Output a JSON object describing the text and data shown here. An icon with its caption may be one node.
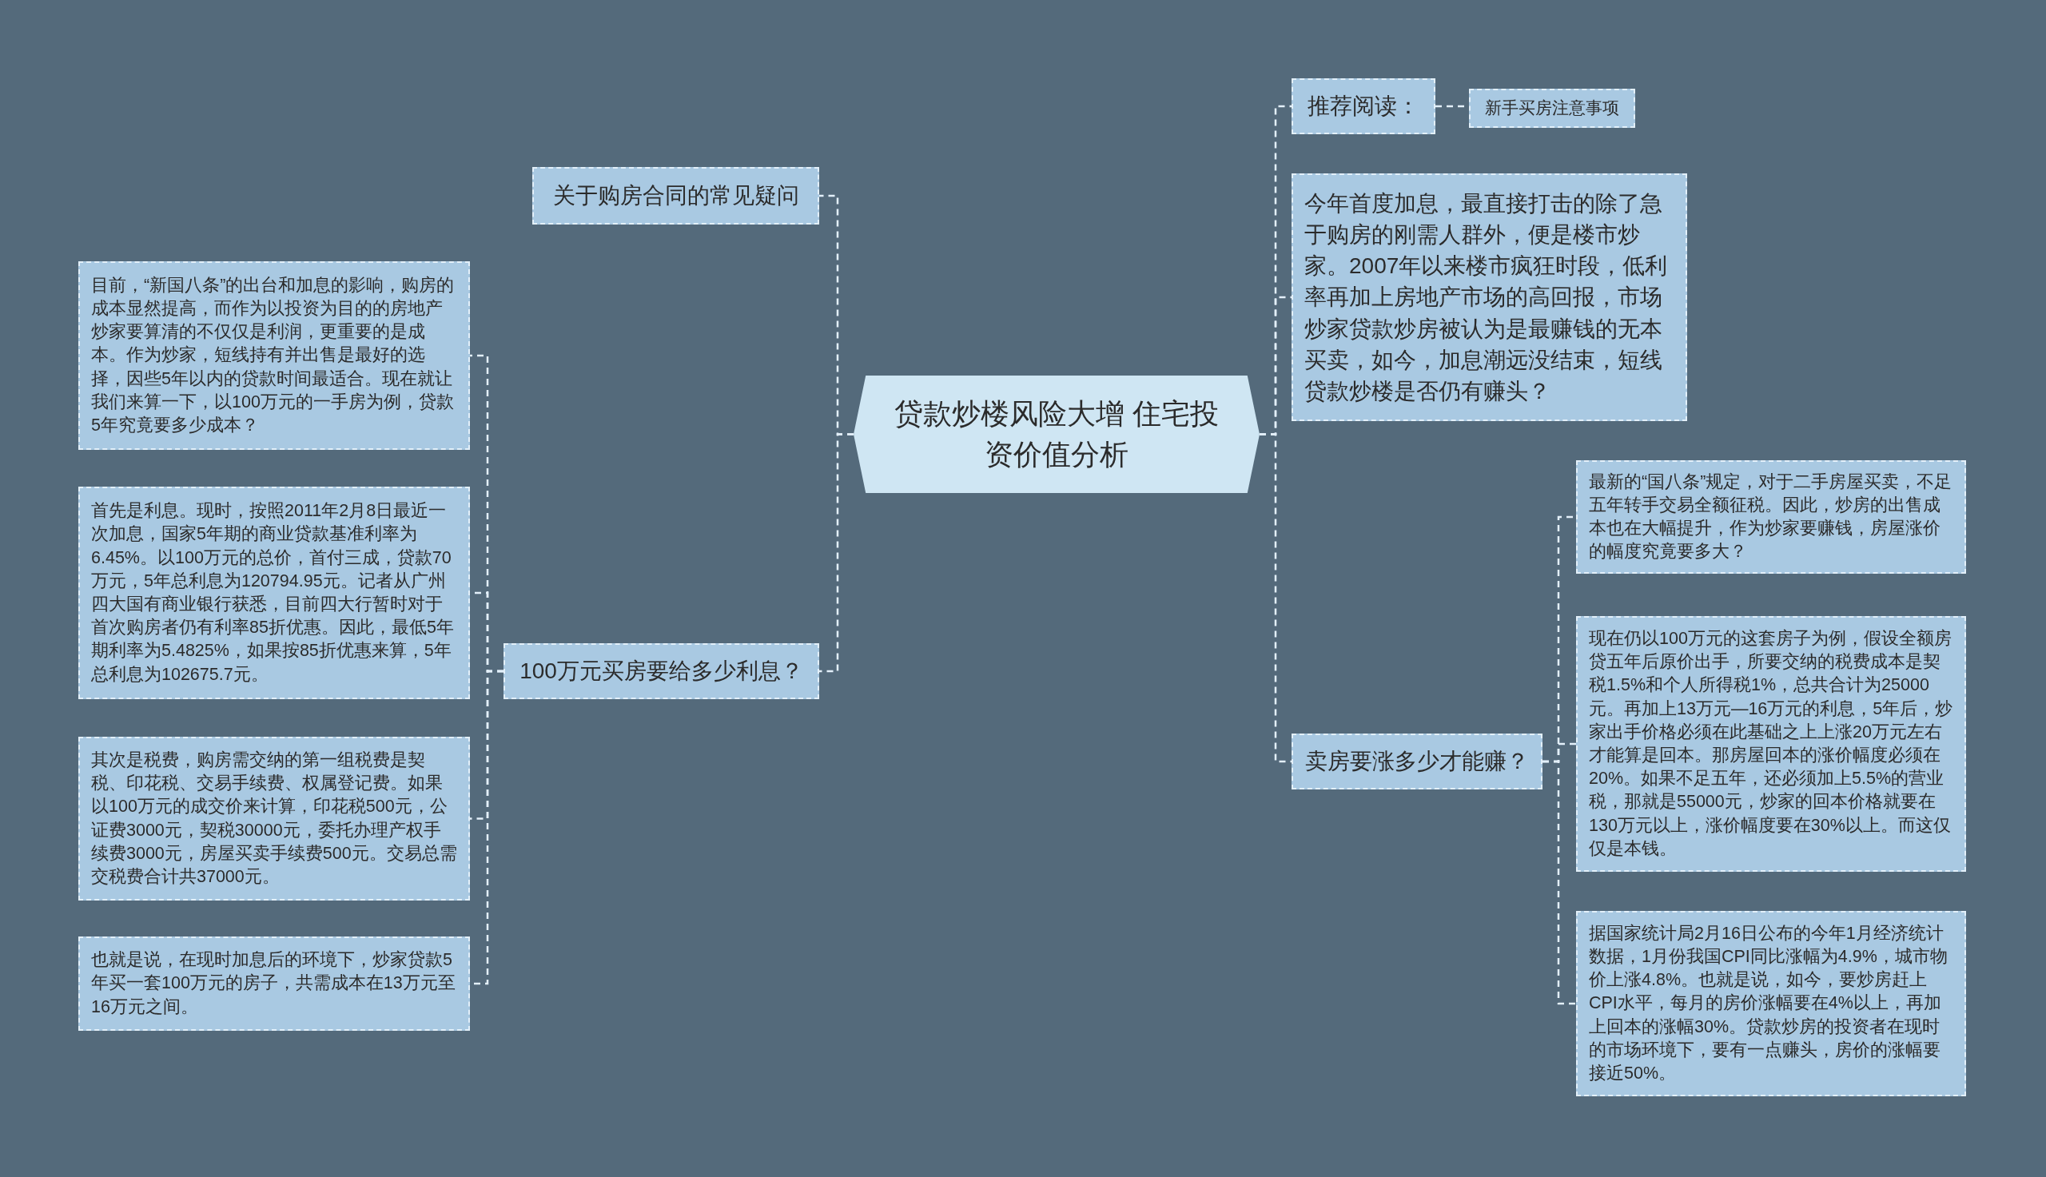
{
  "diagram": {
    "nodes": [
      {
        "text": [
          "贷款炒楼风险大增 住宅投资价值分析"
        ]
      },
      {
        "text": [
          "关于购房合同的常见疑问"
        ]
      },
      {
        "text": [
          "100万元买房要给多少利息？"
        ]
      },
      {
        "text": [
          "目前，“新国八条”的出台和加息的影响，购房的成本显然提高，而作为以投资为目的的房地产炒家要算清的不仅仅是利润，更重要的是成本。作为炒家，短线持有并出售是最好的选择，因些5年以内的贷款时间最适合。现在就让我们来算一下，以100万元的一手房为例，贷款5年究竟要多少成本？"
        ]
      },
      {
        "text": [
          "首先是利息。现时，按照2011年2月8日最近一次加息，国家5年期的商业贷款基准利率为6.45%。以100万元的总价，首付三成，贷款70万元，5年总利息为120794.95元。记者从广州四大国有商业银行获悉，目前四大行暂时对于首次购房者仍有利率85折优惠。因此，最低5年期利率为5.4825%，如果按85折优惠来算，5年总利息为102675.7元。"
        ]
      },
      {
        "text": [
          "其次是税费，购房需交纳的第一组税费是契税、印花税、交易手续费、权属登记费。如果以100万元的成交价来计算，印花税500元，公证费3000元，契税30000元，委托办理产权手续费3000元，房屋买卖手续费500元。交易总需交税费合计共37000元。"
        ]
      },
      {
        "text": [
          "也就是说，在现时加息后的环境下，炒家贷款5年买一套100万元的房子，共需成本在13万元至16万元之间。"
        ]
      },
      {
        "text": [
          "推荐阅读："
        ]
      },
      {
        "text": [
          "新手买房注意事项"
        ]
      },
      {
        "text": [
          "今年首度加息，最直接打击的除了急于购房的刚需人群外，便是楼市炒家。2007年以来楼市疯狂时段，低利率再加上房地产市场的高回报，市场炒家贷款炒房被认为是最赚钱的无本买卖，如今，加息潮远没结束，短线贷款炒楼是否仍有赚头？"
        ]
      },
      {
        "text": [
          "卖房要涨多少才能赚？"
        ]
      },
      {
        "text": [
          "最新的“国八条”规定，对于二手房屋买卖，不足五年转手交易全额征税。因此，炒房的出售成本也在大幅提升，作为炒家要赚钱，房屋涨价的幅度究竟要多大？"
        ]
      },
      {
        "text": [
          "现在仍以100万元的这套房子为例，假设全额房贷五年后原价出手，所要交纳的税费成本是契税1.5%和个人所得税1%，总共合计为25000元。再加上13万元—16万元的利息，5年后，炒家出手价格必须在此基础之上上涨20万元左右才能算是回本。那房屋回本的涨价幅度必须在20%。如果不足五年，还必须加上5.5%的营业税，那就是55000元，炒家的回本价格就要在130万元以上，涨价幅度要在30%以上。而这仅仅是本钱。"
        ]
      },
      {
        "text": [
          "据国家统计局2月16日公布的今年1月经济统计数据，1月份我国CPI同比涨幅为4.9%，城市物价上涨4.8%。也就是说，如今，要炒房赶上CPI水平，每月的房价涨幅要在4%以上，再加上回本的涨幅30%。贷款炒房的投资者在现时的市场环境下，要有一点赚头，房价的涨幅要接近50%。"
        ]
      }
    ],
    "edges": [
      {
        "from": 0,
        "to": 1,
        "arrow": "none"
      },
      {
        "from": 0,
        "to": 2,
        "arrow": "none"
      },
      {
        "from": 2,
        "to": 3,
        "arrow": "none"
      },
      {
        "from": 2,
        "to": 4,
        "arrow": "none"
      },
      {
        "from": 2,
        "to": 5,
        "arrow": "none"
      },
      {
        "from": 2,
        "to": 6,
        "arrow": "none"
      },
      {
        "from": 0,
        "to": 7,
        "arrow": "none"
      },
      {
        "from": 7,
        "to": 8,
        "arrow": "none"
      },
      {
        "from": 0,
        "to": 9,
        "arrow": "none"
      },
      {
        "from": 0,
        "to": 10,
        "arrow": "none"
      },
      {
        "from": 10,
        "to": 11,
        "arrow": "none"
      },
      {
        "from": 10,
        "to": 12,
        "arrow": "none"
      },
      {
        "from": 10,
        "to": 13,
        "arrow": "none"
      }
    ]
  }
}
